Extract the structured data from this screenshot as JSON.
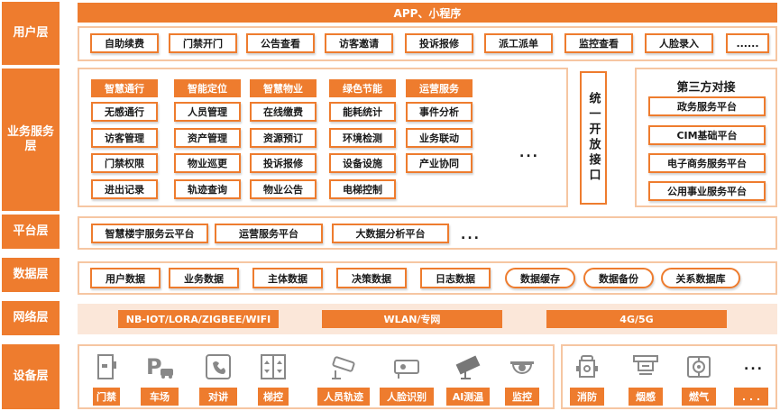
{
  "layers": {
    "user": "用户层",
    "business": "业务服务层",
    "platform": "平台层",
    "data": "数据层",
    "network": "网络层",
    "device": "设备层"
  },
  "user_layer": {
    "banner": "APP、小程序",
    "items": [
      "自助续费",
      "门禁开门",
      "公告查看",
      "访客邀请",
      "投诉报修",
      "派工派单",
      "监控查看",
      "人脸录入",
      "......"
    ]
  },
  "business_layer": {
    "columns": [
      {
        "header": "智慧通行",
        "items": [
          "无感通行",
          "访客管理",
          "门禁权限",
          "进出记录"
        ]
      },
      {
        "header": "智能定位",
        "items": [
          "人员管理",
          "资产管理",
          "物业巡更",
          "轨迹查询"
        ]
      },
      {
        "header": "智慧物业",
        "items": [
          "在线缴费",
          "资源预订",
          "投诉报修",
          "物业公告"
        ]
      },
      {
        "header": "绿色节能",
        "items": [
          "能耗统计",
          "环境检测",
          "设备设施",
          "电梯控制"
        ]
      },
      {
        "header": "运营服务",
        "items": [
          "事件分析",
          "业务联动",
          "产业协同"
        ]
      }
    ],
    "more": "...",
    "open_interface": "统一开放接口",
    "third_party": {
      "title": "第三方对接",
      "items": [
        "政务服务平台",
        "CIM基础平台",
        "电子商务服务平台",
        "公用事业服务平台"
      ]
    }
  },
  "platform_layer": {
    "items": [
      "智慧楼宇服务云平台",
      "运营服务平台",
      "大数据分析平台"
    ],
    "more": "..."
  },
  "data_layer": {
    "items": [
      "用户数据",
      "业务数据",
      "主体数据",
      "决策数据",
      "日志数据",
      "数据缓存",
      "数据备份",
      "关系数据库"
    ]
  },
  "network_layer": {
    "items": [
      "NB-IOT/LORA/ZIGBEE/WIFI",
      "WLAN/专网",
      "4G/5G"
    ]
  },
  "device_layer": {
    "left": [
      {
        "icon": "door-icon",
        "label": "门禁"
      },
      {
        "icon": "parking-icon",
        "label": "车场"
      },
      {
        "icon": "intercom-icon",
        "label": "对讲"
      },
      {
        "icon": "elevator-icon",
        "label": "梯控"
      },
      {
        "icon": "track-camera-icon",
        "label": "人员轨迹"
      },
      {
        "icon": "face-camera-icon",
        "label": "人脸识别"
      },
      {
        "icon": "thermal-camera-icon",
        "label": "AI测温"
      },
      {
        "icon": "dome-camera-icon",
        "label": "监控"
      }
    ],
    "right": [
      {
        "icon": "hydrant-icon",
        "label": "消防"
      },
      {
        "icon": "smoke-detector-icon",
        "label": "烟感"
      },
      {
        "icon": "gas-detector-icon",
        "label": "燃气"
      }
    ],
    "more": "...",
    "more_label": ". . ."
  },
  "colors": {
    "accent": "#ee7c2e",
    "panel_border": "#f6c6a2",
    "panel_fill": "#fbe7d9"
  }
}
